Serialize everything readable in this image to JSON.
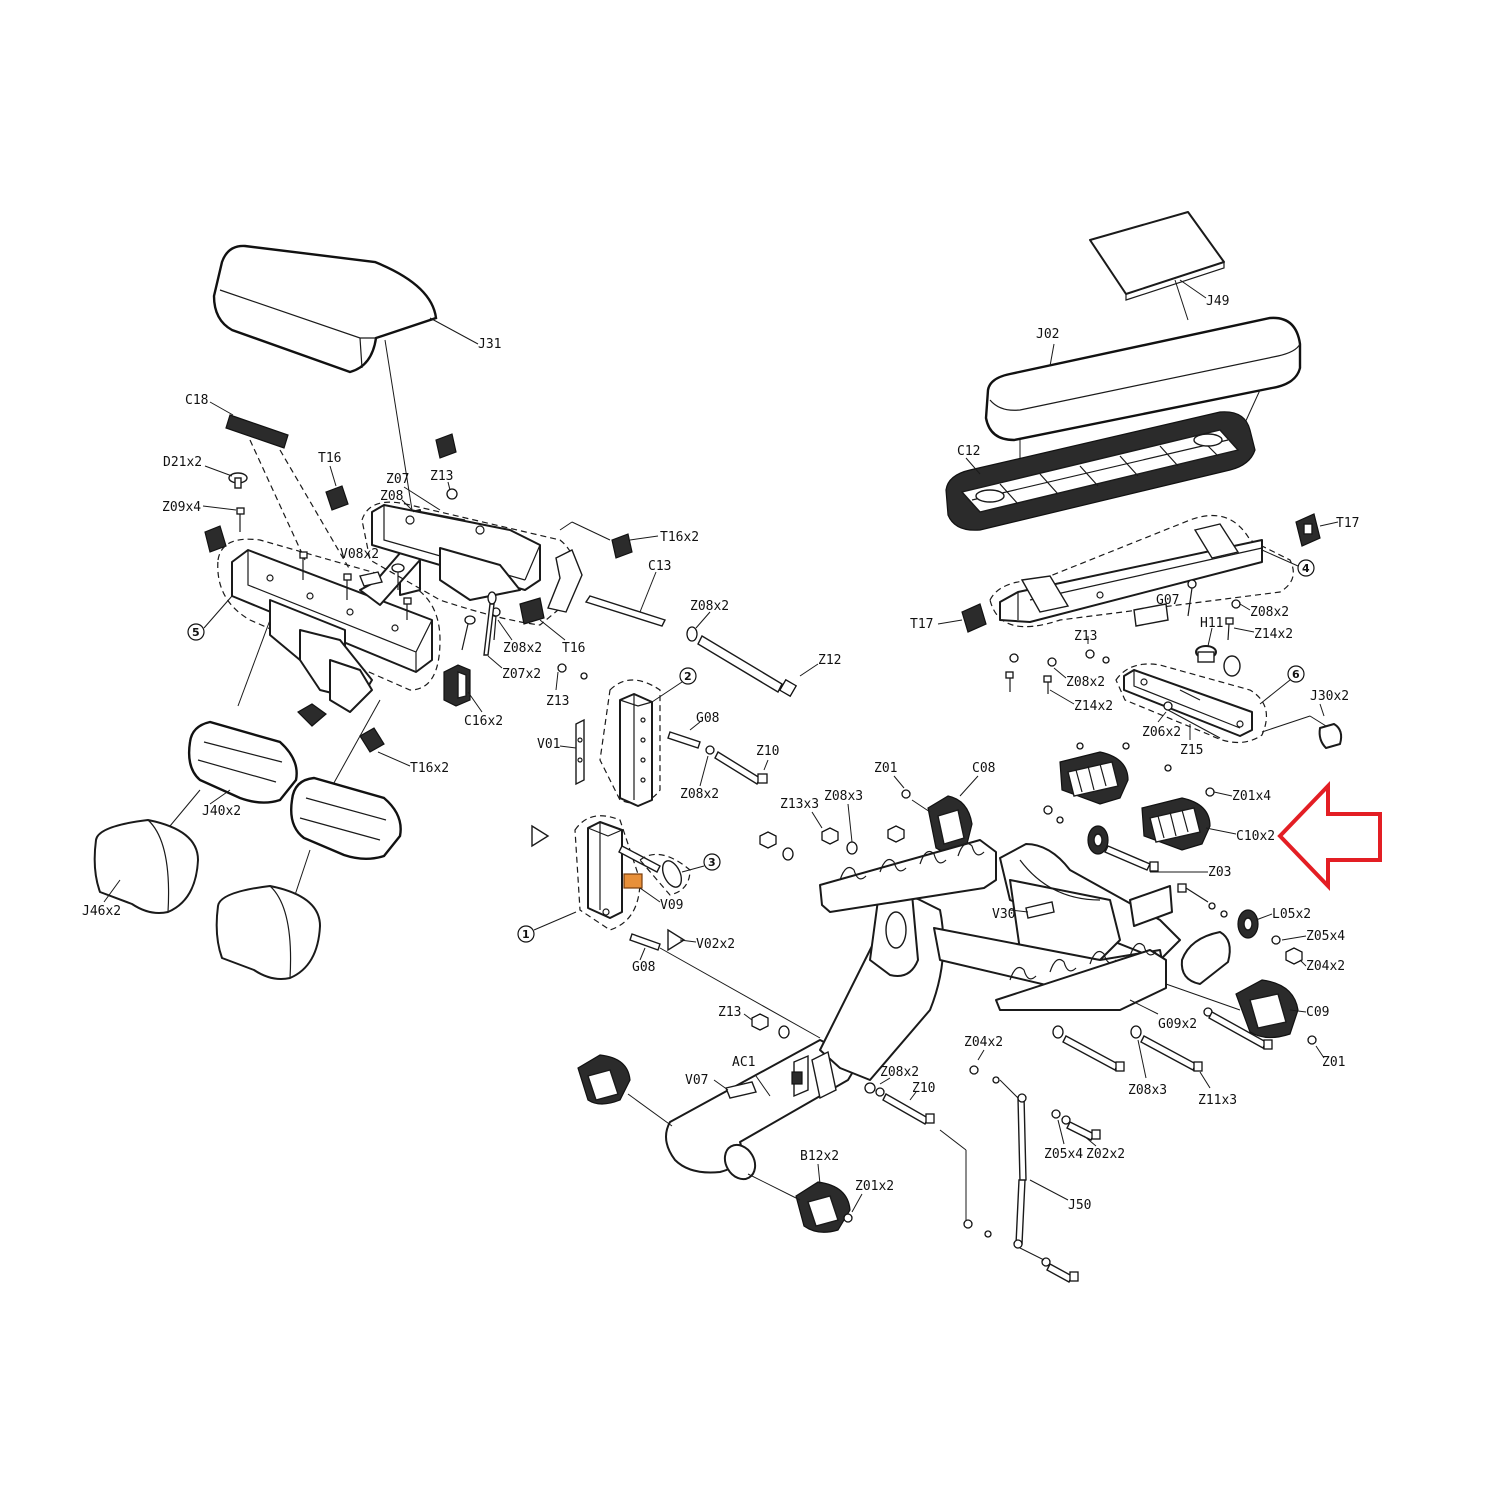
{
  "colors": {
    "line": "#1a1a1a",
    "highlight_arrow": "#e31e24",
    "highlight_part": "#e8903a"
  },
  "parts": [
    {
      "id": "J31",
      "label": "J31"
    },
    {
      "id": "C18",
      "label": "C18"
    },
    {
      "id": "D21x2",
      "label": "D21x2"
    },
    {
      "id": "Z09x4",
      "label": "Z09x4"
    },
    {
      "id": "T16",
      "label": "T16"
    },
    {
      "id": "Z07",
      "label": "Z07"
    },
    {
      "id": "Z08",
      "label": "Z08"
    },
    {
      "id": "Z13a",
      "label": "Z13"
    },
    {
      "id": "T16x2a",
      "label": "T16x2"
    },
    {
      "id": "V08x2",
      "label": "V08x2"
    },
    {
      "id": "C13",
      "label": "C13"
    },
    {
      "id": "Z08x2a",
      "label": "Z08x2"
    },
    {
      "id": "Z12",
      "label": "Z12"
    },
    {
      "id": "T16b",
      "label": "T16"
    },
    {
      "id": "Z08x2b",
      "label": "Z08x2"
    },
    {
      "id": "Z07x2",
      "label": "Z07x2"
    },
    {
      "id": "C16x2",
      "label": "C16x2"
    },
    {
      "id": "Z13b",
      "label": "Z13"
    },
    {
      "id": "G08a",
      "label": "G08"
    },
    {
      "id": "V01",
      "label": "V01"
    },
    {
      "id": "Z10a",
      "label": "Z10"
    },
    {
      "id": "Z08x2c",
      "label": "Z08x2"
    },
    {
      "id": "T16x2b",
      "label": "T16x2"
    },
    {
      "id": "J40x2",
      "label": "J40x2"
    },
    {
      "id": "J46x2",
      "label": "J46x2"
    },
    {
      "id": "V09",
      "label": "V09"
    },
    {
      "id": "V02x2",
      "label": "V02x2"
    },
    {
      "id": "G08b",
      "label": "G08"
    },
    {
      "id": "Z13c",
      "label": "Z13"
    },
    {
      "id": "V07",
      "label": "V07"
    },
    {
      "id": "AC1",
      "label": "AC1"
    },
    {
      "id": "B12x2",
      "label": "B12x2"
    },
    {
      "id": "Z01x2",
      "label": "Z01x2"
    },
    {
      "id": "Z08x2d",
      "label": "Z08x2"
    },
    {
      "id": "Z10b",
      "label": "Z10"
    },
    {
      "id": "Z04x2a",
      "label": "Z04x2"
    },
    {
      "id": "Z05x4a",
      "label": "Z05x4"
    },
    {
      "id": "Z02x2",
      "label": "Z02x2"
    },
    {
      "id": "J50",
      "label": "J50"
    },
    {
      "id": "J49",
      "label": "J49"
    },
    {
      "id": "J02",
      "label": "J02"
    },
    {
      "id": "C12",
      "label": "C12"
    },
    {
      "id": "T17a",
      "label": "T17"
    },
    {
      "id": "T17b",
      "label": "T17"
    },
    {
      "id": "G07",
      "label": "G07"
    },
    {
      "id": "Z08x2e",
      "label": "Z08x2"
    },
    {
      "id": "H11",
      "label": "H11"
    },
    {
      "id": "Z14x2a",
      "label": "Z14x2"
    },
    {
      "id": "Z13d",
      "label": "Z13"
    },
    {
      "id": "Z08x2f",
      "label": "Z08x2"
    },
    {
      "id": "Z14x2b",
      "label": "Z14x2"
    },
    {
      "id": "J30x2",
      "label": "J30x2"
    },
    {
      "id": "Z06x2",
      "label": "Z06x2"
    },
    {
      "id": "Z15",
      "label": "Z15"
    },
    {
      "id": "Z01a",
      "label": "Z01"
    },
    {
      "id": "C08",
      "label": "C08"
    },
    {
      "id": "Z13x3",
      "label": "Z13x3"
    },
    {
      "id": "Z08x3a",
      "label": "Z08x3"
    },
    {
      "id": "Z01x4",
      "label": "Z01x4"
    },
    {
      "id": "C10x2",
      "label": "C10x2"
    },
    {
      "id": "Z03",
      "label": "Z03"
    },
    {
      "id": "V30",
      "label": "V30"
    },
    {
      "id": "L05x2",
      "label": "L05x2"
    },
    {
      "id": "Z05x4b",
      "label": "Z05x4"
    },
    {
      "id": "Z04x2b",
      "label": "Z04x2"
    },
    {
      "id": "C09",
      "label": "C09"
    },
    {
      "id": "Z01b",
      "label": "Z01"
    },
    {
      "id": "G09x2",
      "label": "G09x2"
    },
    {
      "id": "Z08x3b",
      "label": "Z08x3"
    },
    {
      "id": "Z11x3",
      "label": "Z11x3"
    }
  ],
  "assembly_numbers": [
    {
      "id": "n1",
      "label": "1"
    },
    {
      "id": "n2",
      "label": "2"
    },
    {
      "id": "n3",
      "label": "3"
    },
    {
      "id": "n4",
      "label": "4"
    },
    {
      "id": "n5",
      "label": "5"
    },
    {
      "id": "n6",
      "label": "6"
    }
  ]
}
